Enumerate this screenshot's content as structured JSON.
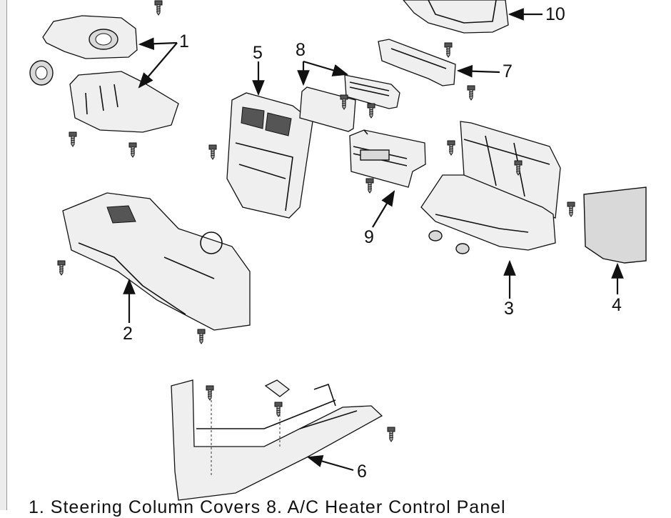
{
  "callouts": {
    "c1": "1",
    "c2": "2",
    "c3": "3",
    "c4": "4",
    "c5": "5",
    "c6": "6",
    "c7": "7",
    "c8": "8",
    "c9": "9",
    "c10": "10"
  },
  "caption": {
    "text": "1. Steering Column Covers          8. A/C Heater Control Panel"
  }
}
